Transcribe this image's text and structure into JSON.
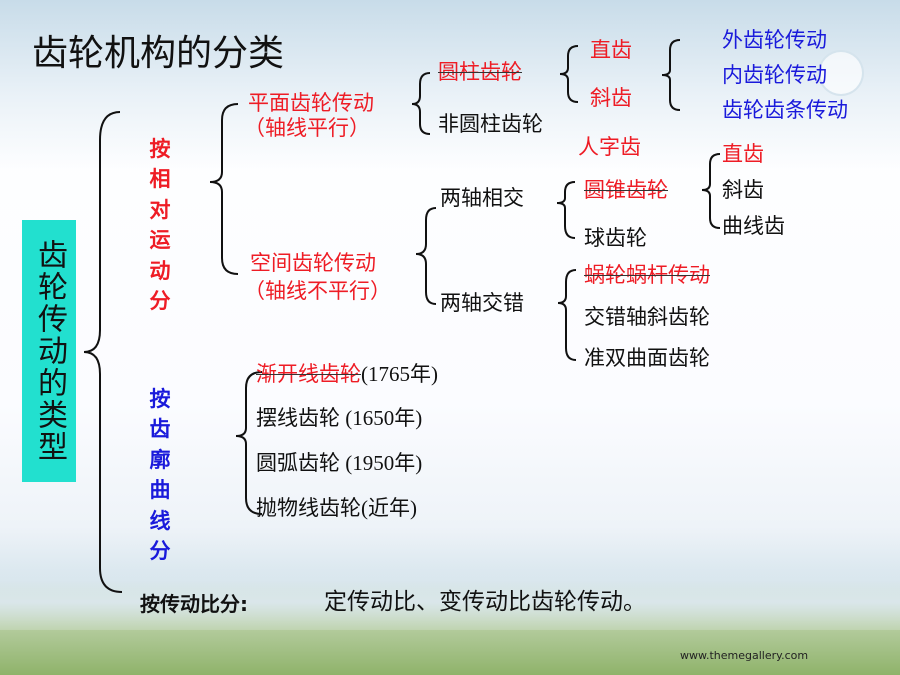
{
  "title": "齿轮机构的分类",
  "main_label": "齿轮传动的类型",
  "by_motion": "按相对运动分",
  "by_profile": "按齿廓曲线分",
  "by_ratio": {
    "label": "按传动比分:",
    "text": "定传动比、变传动比齿轮传动。"
  },
  "planar": {
    "label": "平面齿轮传动",
    "note": "（轴线平行）"
  },
  "spatial": {
    "label": "空间齿轮传动",
    "note": "（轴线不平行）"
  },
  "cylindrical": "圆柱齿轮",
  "noncylindrical": "非圆柱齿轮",
  "straight_tooth": "直齿",
  "helical_tooth": "斜齿",
  "herringbone": "人字齿",
  "external": "外齿轮传动",
  "internal": "内齿轮传动",
  "rack": "齿轮齿条传动",
  "intersecting": "两轴相交",
  "crossed": "两轴交错",
  "bevel": "圆锥齿轮",
  "spherical": "球齿轮",
  "bevel_straight": "直齿",
  "bevel_helical": "斜齿",
  "bevel_curved": "曲线齿",
  "worm": "蜗轮蜗杆传动",
  "crossed_helical": "交错轴斜齿轮",
  "hypoid": "准双曲面齿轮",
  "involute": {
    "name": "渐开线齿轮",
    "year": "(1765年)"
  },
  "cycloid": {
    "name": "摆线齿轮",
    "year": " (1650年)"
  },
  "arc": {
    "name": "圆弧齿轮",
    "year": " (1950年)"
  },
  "parabolic": {
    "name": "抛物线齿轮",
    "year": "(近年)"
  },
  "footer": "www.themegallery.com",
  "colors": {
    "red": "#ee1c25",
    "blue": "#1a1adb",
    "box": "#22e0cf"
  }
}
